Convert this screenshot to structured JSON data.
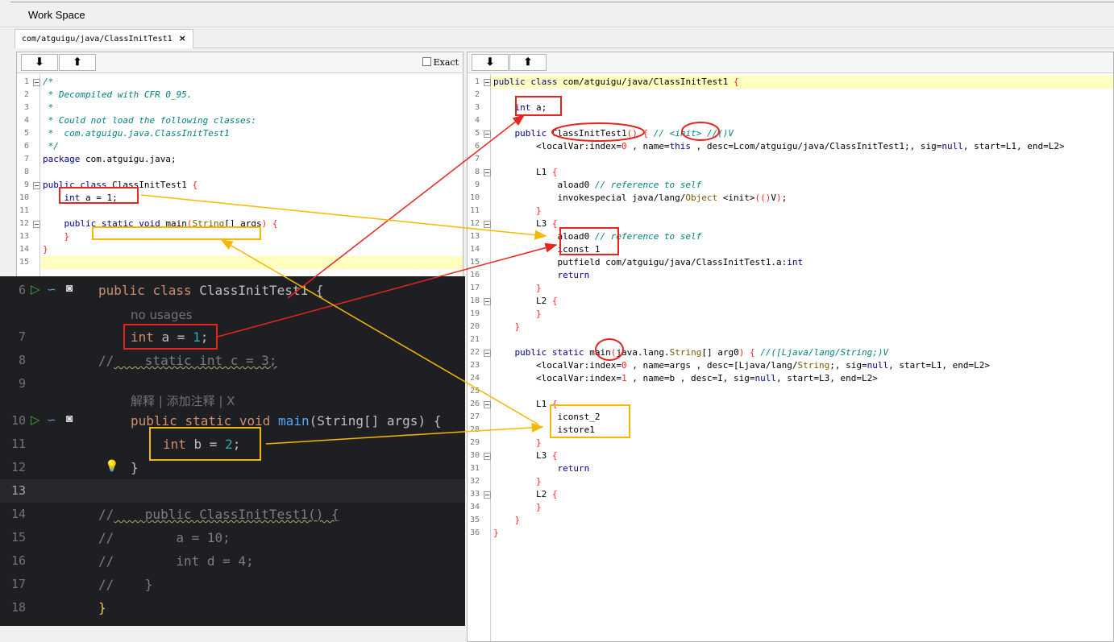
{
  "window": {
    "title": "Work Space"
  },
  "tab": {
    "label": "com/atguigu/java/ClassInitTest1",
    "close": "×"
  },
  "toolbar": {
    "download_glyph": "⬇",
    "upload_glyph": "⬆",
    "exact_label": "Exact"
  },
  "left_code": [
    {
      "n": "1",
      "fold": true,
      "text": "/*"
    },
    {
      "n": "2",
      "text": " * Decompiled with CFR 0_95."
    },
    {
      "n": "3",
      "text": " *"
    },
    {
      "n": "4",
      "text": " * Could not load the following classes:"
    },
    {
      "n": "5",
      "text": " *  com.atguigu.java.ClassInitTest1"
    },
    {
      "n": "6",
      "text": " */"
    },
    {
      "n": "7",
      "text": "package com.atguigu.java;"
    },
    {
      "n": "8",
      "text": ""
    },
    {
      "n": "9",
      "fold": true,
      "text": "public class ClassInitTest1 {"
    },
    {
      "n": "10",
      "text": "    int a = 1;"
    },
    {
      "n": "11",
      "text": ""
    },
    {
      "n": "12",
      "fold": true,
      "text": "    public static void main(String[] args) {"
    },
    {
      "n": "13",
      "text": "    }"
    },
    {
      "n": "14",
      "text": "}"
    },
    {
      "n": "15",
      "text": ""
    }
  ],
  "right_code": [
    {
      "n": "1",
      "fold": true,
      "text": "public class com/atguigu/java/ClassInitTest1 {"
    },
    {
      "n": "2",
      "text": ""
    },
    {
      "n": "3",
      "text": "    int a;"
    },
    {
      "n": "4",
      "text": ""
    },
    {
      "n": "5",
      "fold": true,
      "text": "    public ClassInitTest1() { // <init> //()V"
    },
    {
      "n": "6",
      "text": "        <localVar:index=0 , name=this , desc=Lcom/atguigu/java/ClassInitTest1;, sig=null, start=L1, end=L2>"
    },
    {
      "n": "7",
      "text": ""
    },
    {
      "n": "8",
      "fold": true,
      "text": "        L1 {"
    },
    {
      "n": "9",
      "text": "            aload0 // reference to self"
    },
    {
      "n": "10",
      "text": "            invokespecial java/lang/Object <init>(()V);"
    },
    {
      "n": "11",
      "text": "        }"
    },
    {
      "n": "12",
      "fold": true,
      "text": "        L3 {"
    },
    {
      "n": "13",
      "text": "            aload0 // reference to self"
    },
    {
      "n": "14",
      "text": "            iconst_1"
    },
    {
      "n": "15",
      "text": "            putfield com/atguigu/java/ClassInitTest1.a:int"
    },
    {
      "n": "16",
      "text": "            return"
    },
    {
      "n": "17",
      "text": "        }"
    },
    {
      "n": "18",
      "fold": true,
      "text": "        L2 {"
    },
    {
      "n": "19",
      "text": "        }"
    },
    {
      "n": "20",
      "text": "    }"
    },
    {
      "n": "21",
      "text": ""
    },
    {
      "n": "22",
      "fold": true,
      "text": "    public static main(java.lang.String[] arg0) { //([Ljava/lang/String;)V"
    },
    {
      "n": "23",
      "text": "        <localVar:index=0 , name=args , desc=[Ljava/lang/String;, sig=null, start=L1, end=L2>"
    },
    {
      "n": "24",
      "text": "        <localVar:index=1 , name=b , desc=I, sig=null, start=L3, end=L2>"
    },
    {
      "n": "25",
      "text": ""
    },
    {
      "n": "26",
      "fold": true,
      "text": "        L1 {"
    },
    {
      "n": "27",
      "text": "            iconst_2"
    },
    {
      "n": "28",
      "text": "            istore1"
    },
    {
      "n": "29",
      "text": "        }"
    },
    {
      "n": "30",
      "fold": true,
      "text": "        L3 {"
    },
    {
      "n": "31",
      "text": "            return"
    },
    {
      "n": "32",
      "text": "        }"
    },
    {
      "n": "33",
      "fold": true,
      "text": "        L2 {"
    },
    {
      "n": "34",
      "text": "        }"
    },
    {
      "n": "35",
      "text": "    }"
    },
    {
      "n": "36",
      "text": "}"
    }
  ],
  "ide": {
    "line_numbers": [
      "6",
      "7",
      "8",
      "9",
      "10",
      "11",
      "12",
      "13",
      "14",
      "15",
      "16",
      "17",
      "18"
    ],
    "line6": {
      "kw1": "public",
      "kw2": "class",
      "name": "ClassInitTest1",
      "rest": " {"
    },
    "hint_usages": "no usages",
    "line7": {
      "type": "int",
      "rest": " a = ",
      "num": "1",
      "end": ";"
    },
    "line8": {
      "comment": "//",
      "code": "    static int c = 3;"
    },
    "inlay": "解释 | 添加注释 | X",
    "line10": {
      "kw1": "public",
      "kw2": "static",
      "kw3": "void",
      "name": "main",
      "rest": "(String[] args) {"
    },
    "line11": {
      "type": "int",
      "rest": " b = ",
      "num": "2",
      "end": ";"
    },
    "line12": "}",
    "line14": {
      "comment": "//",
      "code": "    public ClassInitTest1() {"
    },
    "line15": {
      "comment": "//",
      "code": "        a = 10;"
    },
    "line16": {
      "comment": "//",
      "code": "        int d = 4;"
    },
    "line17": {
      "comment": "//",
      "code": "    }"
    },
    "line18": "}",
    "run_icon": "run-gutter-icon",
    "bulb_icon": "lightbulb-icon"
  },
  "colors": {
    "red_annotation": "#e8241c",
    "yellow_annotation": "#f5b800",
    "highlight": "#ffffc0",
    "ide_bg": "#1e1f22"
  }
}
